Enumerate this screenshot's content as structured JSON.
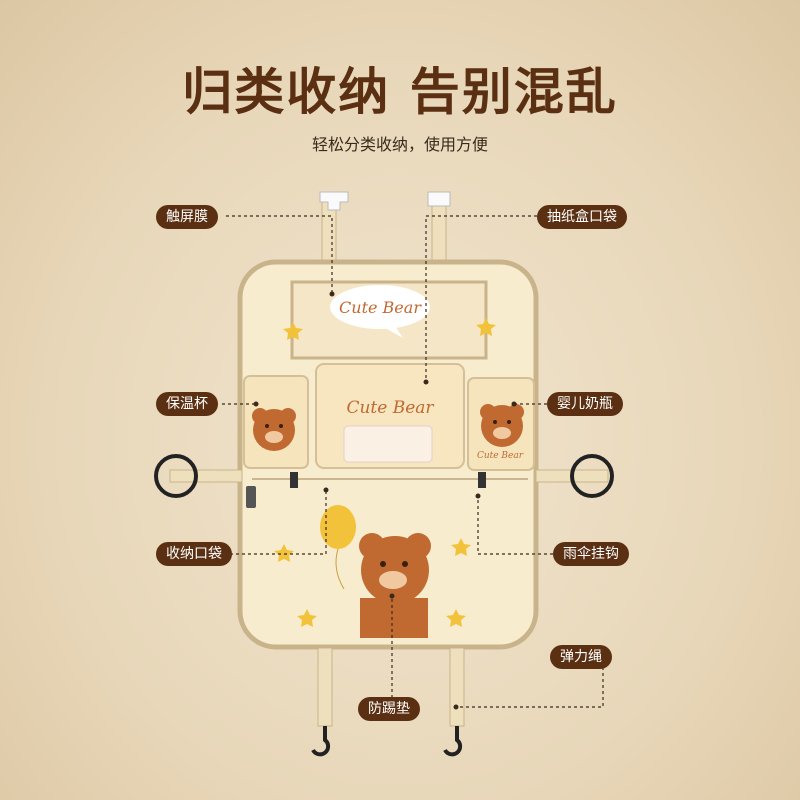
{
  "header": {
    "title": "归类收纳 告别混乱",
    "subtitle": "轻松分类收纳，使用方便"
  },
  "product": {
    "brand_text": "Cute Bear"
  },
  "callouts": {
    "touchscreen": "触屏膜",
    "tissue_box": "抽纸盒口袋",
    "cup_holder": "保温杯",
    "baby_bottle": "婴儿奶瓶",
    "storage_pocket": "收纳口袋",
    "umbrella_hook": "雨伞挂钩",
    "elastic_cord": "弹力绳",
    "kick_mat": "防踢垫"
  },
  "colors": {
    "label_bg": "#5a2f12",
    "organizer_body": "#f8ecce",
    "organizer_trim": "#c9b38a",
    "bear_brown": "#c06a32",
    "accent_yellow": "#f3c23b"
  }
}
